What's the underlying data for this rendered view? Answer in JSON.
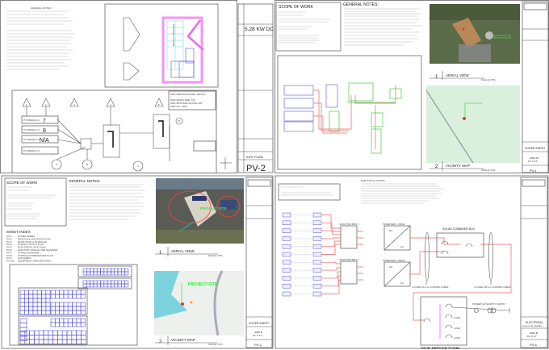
{
  "sheet_pv2": {
    "general_notes_title": "GENERAL NOTES",
    "existing_system": "EXISTING SYSTEM",
    "system_size": "5.28 KW DC",
    "branches": [
      {
        "label": "PV BRANCH 1",
        "value": "7"
      },
      {
        "label": "PV BRANCH 2",
        "value": "8"
      },
      {
        "label": "PV BRANCH 3",
        "value": "N/A"
      },
      {
        "label": "PV BRANCH 4",
        "value": ""
      }
    ],
    "tags": [
      "1",
      "2",
      "3",
      "4",
      "5"
    ],
    "circles": [
      "A",
      "B",
      "C"
    ],
    "service_panel": {
      "title": "MAIN SERVICE PANEL (EXIST)",
      "lines": [
        "MAIN BCRS SIZE: 125",
        "MAIN BUS BAR RATING:225",
        "MAIN PV: 145A"
      ]
    },
    "meter": "M",
    "sheet_name": "SITE PLAN",
    "sheet_number": "PV-2"
  },
  "sheet_pv1_a": {
    "scope_title": "SCOPE OF WORK",
    "general_notes_title": "GENERAL NOTES:",
    "aerial_num": "1",
    "aerial_title": "AERIAL VIEW",
    "vicinity_num": "2",
    "vicinity_title": "VICINITY MAP",
    "scale": "SCALE: NTS",
    "sheet_name": "COVER SHEET",
    "sheet_size": "ANSI A4",
    "sheet_dims": "11\" X 17\"",
    "sheet_number": "PV-1"
  },
  "sheet_pv1_b": {
    "scope_title": "SCOPE OF WORK",
    "general_notes_title": "GENERAL NOTES:",
    "sheet_index_title": "SHEET INDEX",
    "sheet_index": [
      {
        "num": "PV-1",
        "name": "COVER SHEET"
      },
      {
        "num": "PV-2",
        "name": "SITE PLAN AND ROOF PLAN"
      },
      {
        "num": "PV-3",
        "name": "ROOF PLAN & MODULES"
      },
      {
        "num": "PV-4",
        "name": "STRING LAYOUT PLAN"
      },
      {
        "num": "PV-5",
        "name": "ELECTRICAL SITE PLAN"
      },
      {
        "num": "PV-6",
        "name": "ELECTRIC SINGLE LINE DIAGRAM"
      },
      {
        "num": "PV-7",
        "name": "STRING DIAGRAM"
      },
      {
        "num": "PV-8",
        "name": "STRING COORDINATION PLAN"
      },
      {
        "num": "PV-9",
        "name": "PLACARDS"
      },
      {
        "num": "PV-10a",
        "name": "EQUIPMENT SPECIFICATION"
      }
    ],
    "project_site": "PROJECT SITE",
    "aerial_num": "1",
    "aerial_title": "AERIAL VIEW",
    "vicinity_num": "2",
    "vicinity_title": "VICINITY MAP",
    "scale": "SCALE: NTS",
    "sheet_name": "COVER SHEET",
    "sheet_size": "ANSI B",
    "sheet_dims": "11\" X 17\"",
    "sheet_number": "PV-1"
  },
  "sheet_pv6": {
    "electrical_notes_title": "ELECTRICAL NOTES",
    "junction_box_1": "JUNCTION BOX 1",
    "junction_box_2": "JUNCTION BOX 2",
    "inverter_1": "INVERTER 1: 30KW",
    "inverter_2": "INVERTER 2: 30KW",
    "dc": "DC",
    "ac": "AC",
    "combiner": "SOLAR COMBINER BOX",
    "cable_1": "4 CORE 16mm² COPPER CABLE",
    "cable_2": "4 CORE 16mm² COPPER CABLE",
    "power_supply": "POWER AUTHORITY SUPPLY",
    "loads": [
      "LOAD",
      "LOAD",
      "LOAD"
    ],
    "main_panel": "MAIN SERVICE PANEL",
    "sheet_name": "ELECTRICAL",
    "sheet_subname": "SINGLE LINE DIAGRAM",
    "sheet_size": "ANSI B",
    "sheet_dims": "11\" X 17\"",
    "sheet_number": "PV-6"
  },
  "colors": {
    "pv_wire": "#ee8888",
    "project_site": "#33ee33",
    "module": "#5555dd",
    "roof_highlight": "#ee66ee"
  }
}
